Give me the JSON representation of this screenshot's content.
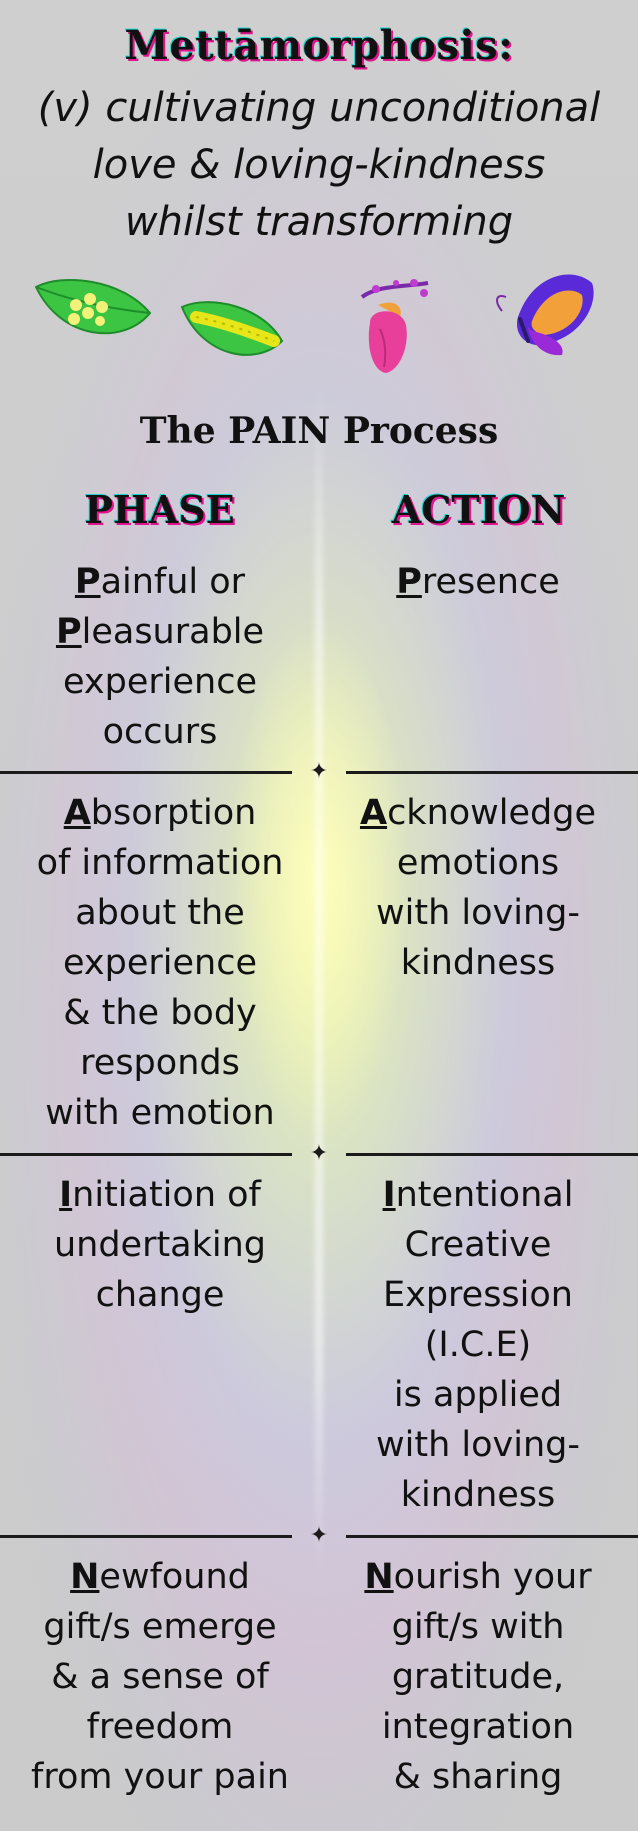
{
  "title": "Mettāmorphosis:",
  "subtitle": [
    "(v) cultivating unconditional",
    "love & loving-kindness",
    "whilst transforming"
  ],
  "icons": [
    "leaf-eggs-icon",
    "leaf-caterpillar-icon",
    "chrysalis-icon",
    "butterfly-icon"
  ],
  "section_title": "The PAIN Process",
  "headers": {
    "phase": "PHASE",
    "action": "ACTION"
  },
  "rows": [
    {
      "phase": {
        "first": "P",
        "lines": [
          "ainful or",
          "leasurable",
          "experience",
          "occurs"
        ],
        "second_first": "P"
      },
      "action": {
        "first": "P",
        "lines": [
          "resence"
        ]
      }
    },
    {
      "phase": {
        "first": "A",
        "lines": [
          "bsorption",
          "of information",
          "about the",
          "experience",
          "& the body",
          "responds",
          "with emotion"
        ]
      },
      "action": {
        "first": "A",
        "lines": [
          "cknowledge",
          "emotions",
          "with loving-",
          "kindness"
        ]
      }
    },
    {
      "phase": {
        "first": "I",
        "lines": [
          "nitiation of",
          "undertaking",
          "change"
        ]
      },
      "action": {
        "first": "I",
        "lines": [
          "ntentional",
          "Creative",
          "Expression",
          "(I.C.E)",
          "is applied",
          "with loving-",
          "kindness"
        ]
      }
    },
    {
      "phase": {
        "first": "N",
        "lines": [
          "ewfound",
          "gift/s emerge",
          "& a sense of",
          "freedom",
          "from your pain"
        ]
      },
      "action": {
        "first": "N",
        "lines": [
          "ourish your",
          "gift/s with",
          "gratitude,",
          "integration",
          "& sharing"
        ]
      }
    }
  ],
  "divider_glyph": "✦"
}
